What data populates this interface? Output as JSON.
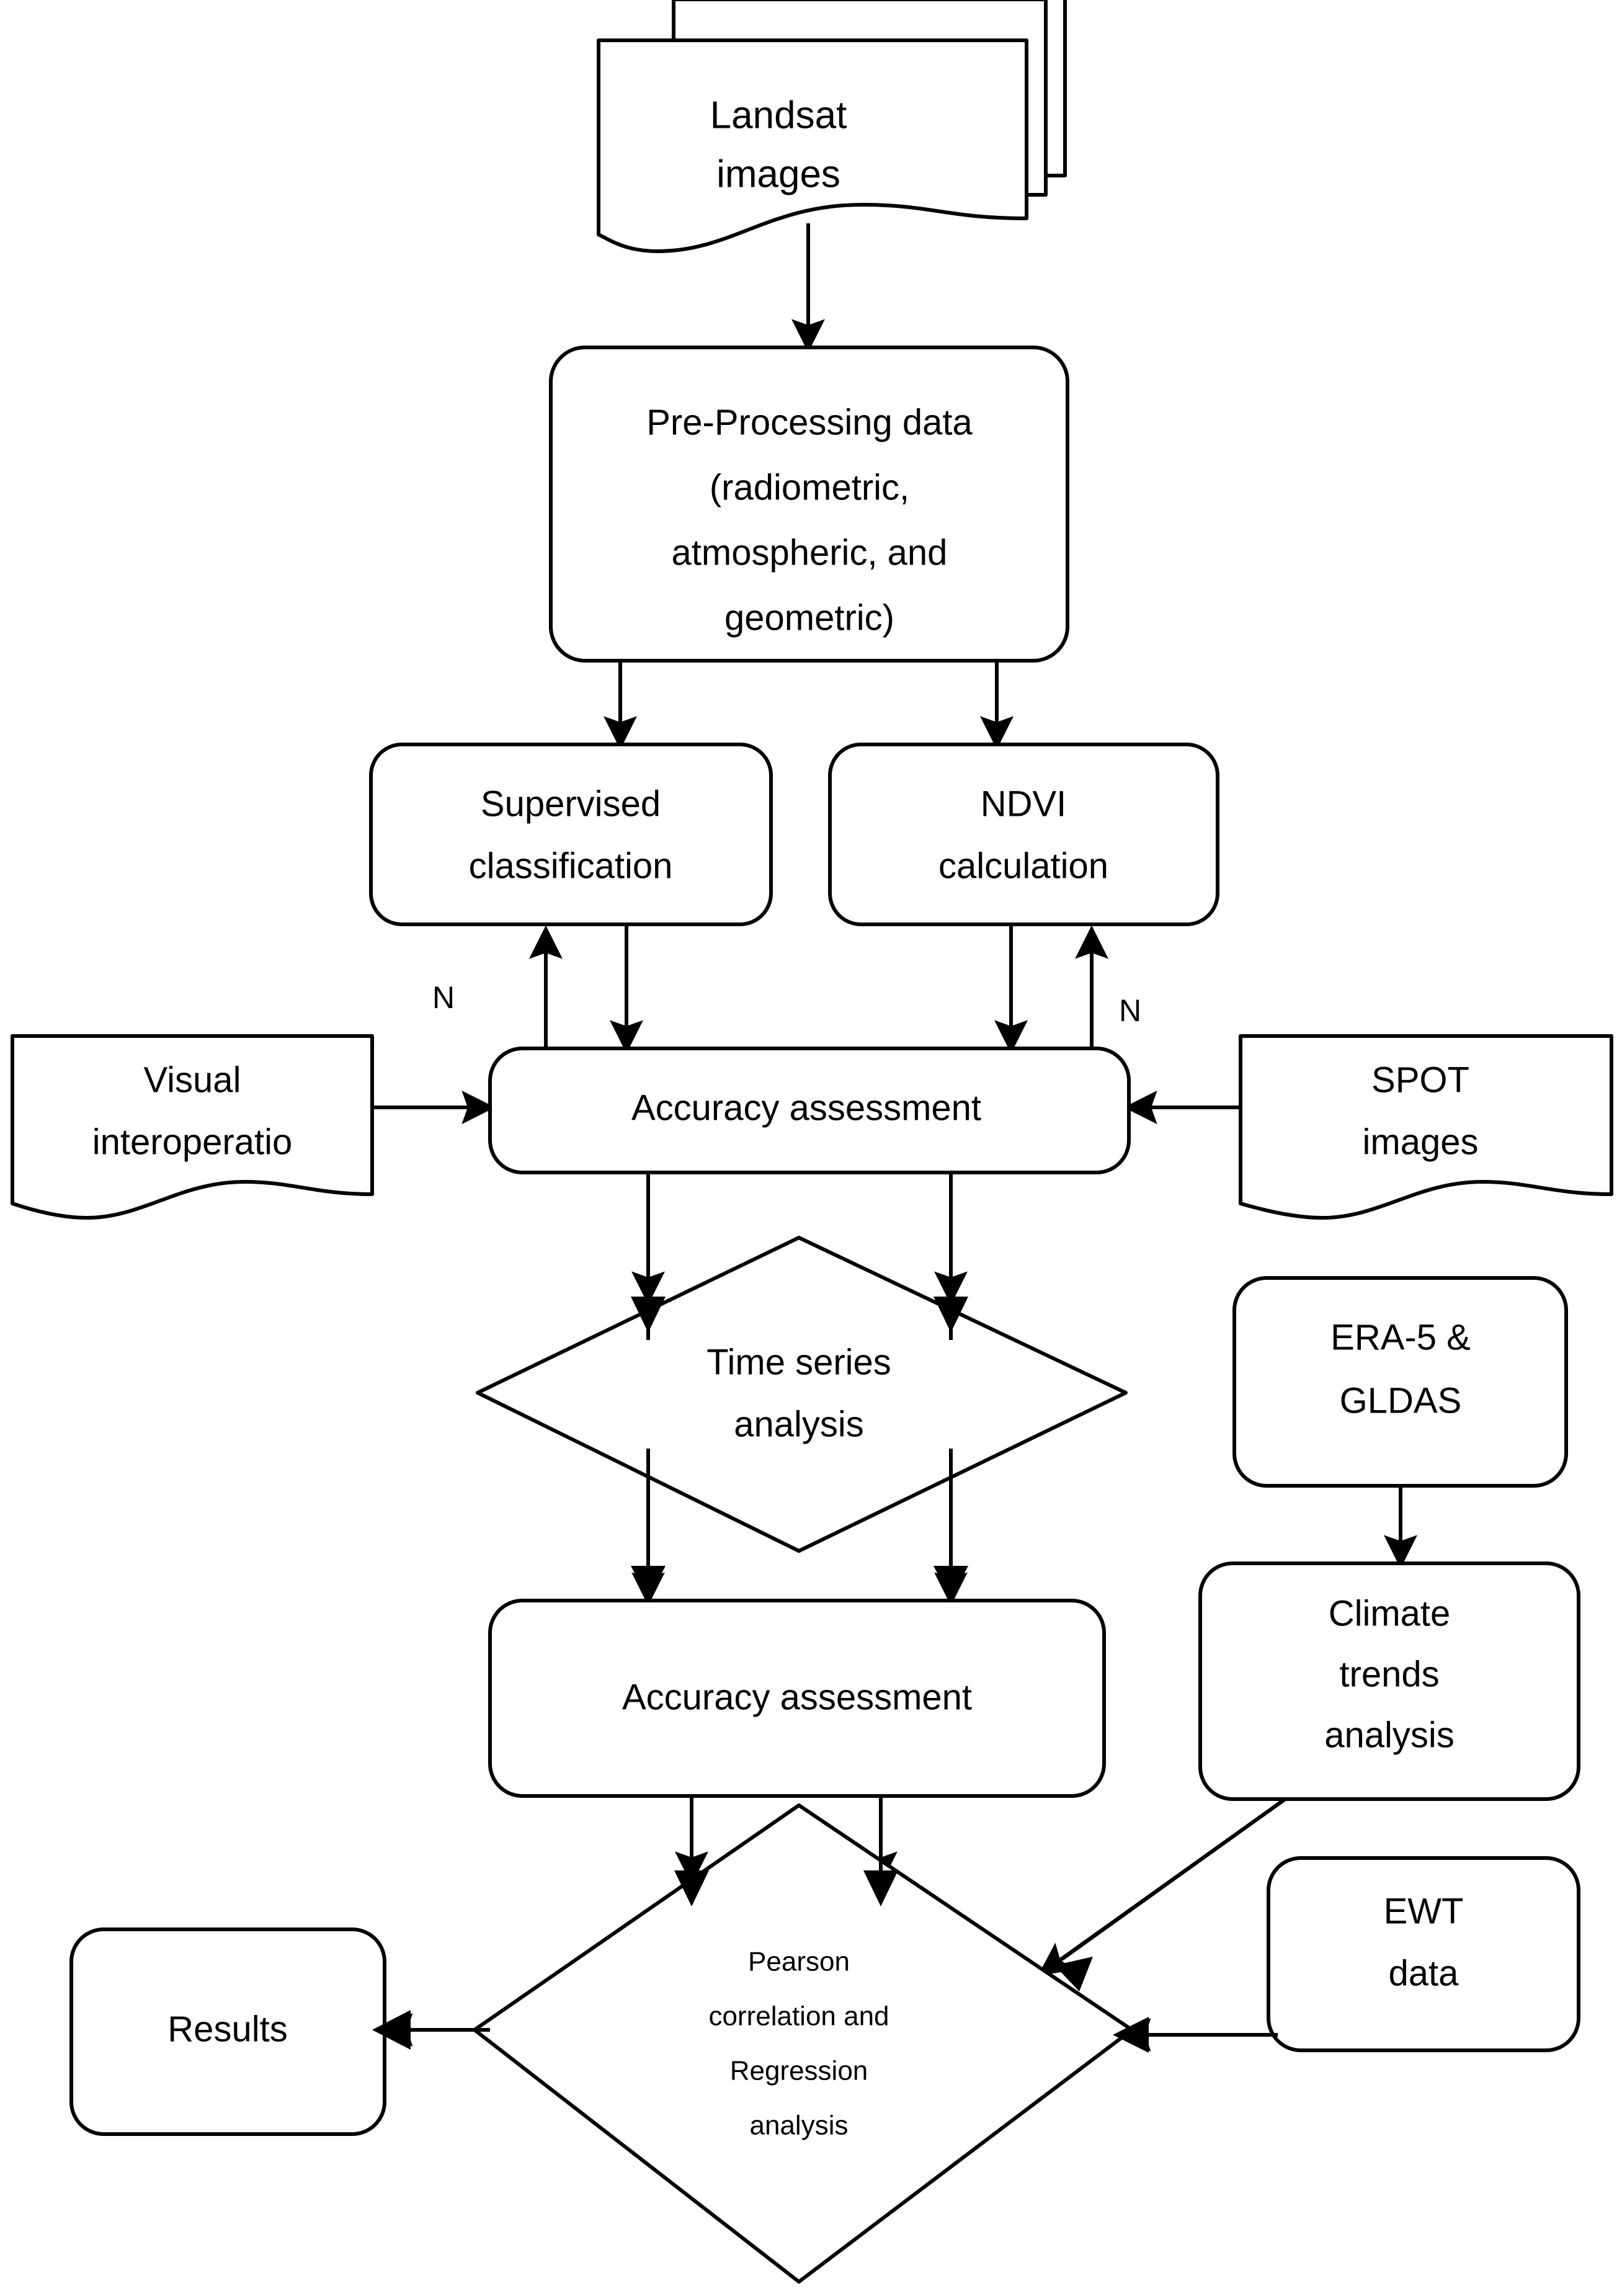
{
  "diagram": {
    "title": "Remote sensing methodology flowchart",
    "background_color": "#ffffff",
    "line_color": "#000000",
    "text_color": "#000000"
  },
  "nodes": {
    "landsat_images": {
      "shape": "stacked-document",
      "lines": [
        "Landsat",
        "images"
      ]
    },
    "preprocessing": {
      "shape": "rounded-rect",
      "lines": [
        "Pre-Processing data",
        "(radiometric,",
        "atmospheric, and",
        "geometric)"
      ]
    },
    "supervised_classification": {
      "shape": "rounded-rect",
      "lines": [
        "Supervised",
        "classification"
      ]
    },
    "ndvi_calculation": {
      "shape": "rounded-rect",
      "lines": [
        "NDVI",
        "calculation"
      ]
    },
    "visual_interoperation": {
      "shape": "document",
      "lines": [
        "Visual",
        "interoperatio"
      ]
    },
    "spot_images": {
      "shape": "document",
      "lines": [
        "SPOT",
        "images"
      ]
    },
    "accuracy_assessment_1": {
      "shape": "rounded-rect",
      "lines": [
        "Accuracy assessment"
      ]
    },
    "time_series_analysis": {
      "shape": "diamond",
      "lines": [
        "Time series",
        "analysis"
      ]
    },
    "accuracy_assessment_2": {
      "shape": "rounded-rect",
      "lines": [
        "Accuracy assessment"
      ]
    },
    "era5_gldas": {
      "shape": "rounded-rect",
      "lines": [
        "ERA-5 &",
        "GLDAS"
      ]
    },
    "climate_trends_analysis": {
      "shape": "rounded-rect",
      "lines": [
        "Climate",
        "trends",
        "analysis"
      ]
    },
    "ewt_data": {
      "shape": "rounded-rect",
      "lines": [
        "EWT",
        "data"
      ]
    },
    "pearson_regression": {
      "shape": "diamond",
      "lines": [
        "Pearson",
        "correlation and",
        "Regression",
        "analysis"
      ]
    },
    "results": {
      "shape": "rounded-rect",
      "lines": [
        "Results"
      ]
    }
  },
  "edge_labels": {
    "left_n": "N",
    "right_n": "N"
  },
  "edges": [
    {
      "from": "landsat_images",
      "to": "preprocessing",
      "kind": "arrow-down"
    },
    {
      "from": "preprocessing",
      "to": "supervised_classification",
      "kind": "arrow-down"
    },
    {
      "from": "preprocessing",
      "to": "ndvi_calculation",
      "kind": "arrow-down"
    },
    {
      "from": "supervised_classification",
      "to": "accuracy_assessment_1",
      "kind": "arrow-down"
    },
    {
      "from": "accuracy_assessment_1",
      "to": "supervised_classification",
      "kind": "arrow-up",
      "label": "N"
    },
    {
      "from": "ndvi_calculation",
      "to": "accuracy_assessment_1",
      "kind": "arrow-down"
    },
    {
      "from": "accuracy_assessment_1",
      "to": "ndvi_calculation",
      "kind": "arrow-up",
      "label": "N"
    },
    {
      "from": "visual_interoperation",
      "to": "accuracy_assessment_1",
      "kind": "arrow-right"
    },
    {
      "from": "spot_images",
      "to": "accuracy_assessment_1",
      "kind": "arrow-left"
    },
    {
      "from": "accuracy_assessment_1",
      "to": "time_series_analysis",
      "kind": "arrow-down-pair"
    },
    {
      "from": "time_series_analysis",
      "to": "accuracy_assessment_2",
      "kind": "arrow-down-pair"
    },
    {
      "from": "accuracy_assessment_2",
      "to": "pearson_regression",
      "kind": "arrow-down-pair"
    },
    {
      "from": "era5_gldas",
      "to": "climate_trends_analysis",
      "kind": "arrow-down"
    },
    {
      "from": "climate_trends_analysis",
      "to": "pearson_regression",
      "kind": "arrow-diagonal"
    },
    {
      "from": "ewt_data",
      "to": "pearson_regression",
      "kind": "arrow-left"
    },
    {
      "from": "pearson_regression",
      "to": "results",
      "kind": "arrow-left"
    }
  ]
}
